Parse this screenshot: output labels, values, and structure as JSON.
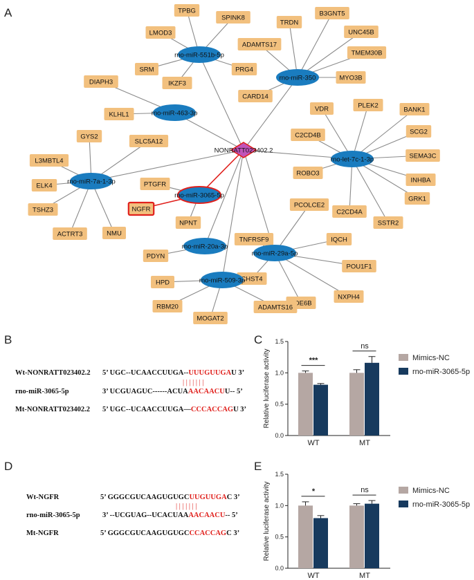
{
  "panels": {
    "a": "A",
    "b": "B",
    "c": "C",
    "d": "D",
    "e": "E"
  },
  "network": {
    "hub": "NONRATT023402.2",
    "mirnas": [
      {
        "id": "m551",
        "label": "rno-miR-551b-5p",
        "genes": [
          "TPBG",
          "SPINK8",
          "LMOD3",
          "PRG4",
          "IKZF3",
          "SRM"
        ]
      },
      {
        "id": "m350",
        "label": "rno-miR-350",
        "genes": [
          "TRDN",
          "B3GNT5",
          "UNC45B",
          "TMEM30B",
          "MYO3B",
          "ADAMTS17",
          "CARD14"
        ]
      },
      {
        "id": "m463",
        "label": "rno-miR-463-3p",
        "genes": [
          "DIAPH3",
          "KLHL1"
        ]
      },
      {
        "id": "m7a",
        "label": "rno-miR-7a-1-3p",
        "genes": [
          "GYS2",
          "SLC5A12",
          "L3MBTL4",
          "ELK4",
          "TSHZ3",
          "ACTRT3",
          "NMU"
        ]
      },
      {
        "id": "let7c",
        "label": "rno-let-7c-1-3p",
        "genes": [
          "VDR",
          "PLEK2",
          "BANK1",
          "C2CD4B",
          "SCG2",
          "SEMA3C",
          "ROBO3",
          "INHBA",
          "GRK1",
          "SSTR2",
          "C2CD4A"
        ]
      },
      {
        "id": "m3065",
        "label": "rno-miR-3065-5p",
        "genes": [
          "PTGFR",
          "NGFR",
          "NPNT"
        ]
      },
      {
        "id": "m20a",
        "label": "rno-miR-20a-3p",
        "genes": [
          "PDYN"
        ]
      },
      {
        "id": "m29a",
        "label": "rno-miR-29a-5p",
        "genes": [
          "PCOLCE2",
          "TNFRSF9",
          "IQCH",
          "POU1F1",
          "CHST4",
          "PDE6B",
          "NXPH4"
        ]
      },
      {
        "id": "m509",
        "label": "rno-miR-509-3p",
        "genes": [
          "HPD",
          "RBM20",
          "MOGAT2",
          "ADAMTS16"
        ]
      }
    ],
    "highlight": [
      "rno-miR-3065-5p",
      "NGFR"
    ],
    "colors": {
      "gene": "#f2c07e",
      "mirna": "#1a7cbf",
      "hub": "#c154b9",
      "highlight": "#e0201c"
    }
  },
  "seq_b": {
    "rows": [
      {
        "label": "Wt-NONRATT023402.2",
        "prefix": "5’ UGC--UCAACCUUGA--",
        "site": "UUUGUUGA",
        "suffix": "U  3’"
      },
      {
        "label": "rno-miR-3065-5p",
        "prefix": "3’ UCGUAGUC------ACUA",
        "site": "AACAACU",
        "suffix": "U--   5’"
      },
      {
        "label": "Mt-NONRATT023402.2",
        "prefix": "5’ UGC--UCAACCUUGA—",
        "site": "CCCACCAG",
        "suffix": "U  3’"
      }
    ],
    "pairing": "| | | | | | |"
  },
  "seq_d": {
    "rows": [
      {
        "label": "Wt-NGFR",
        "prefix": "5’ GGGCGUCAAGUGUGC",
        "site": "UUGUUGA",
        "suffix": "C  3’"
      },
      {
        "label": "rno-miR-3065-5p",
        "prefix": "3’ --UCGUAG--UCACUAA",
        "site": "AACAACU",
        "suffix": "--  5’"
      },
      {
        "label": "Mt-NGFR",
        "prefix": "5’ GGGCGUCAAGUGUGC",
        "site": "CCACCAG",
        "suffix": "C  3’"
      }
    ],
    "pairing": "| | | | | | |"
  },
  "chart_data": [
    {
      "type": "bar",
      "panel": "C",
      "categories": [
        "WT",
        "MT"
      ],
      "series": [
        {
          "name": "Mimics-NC",
          "values": [
            1.0,
            1.0
          ],
          "errors": [
            0.03,
            0.05
          ],
          "color": "#b5a7a3"
        },
        {
          "name": "rno-miR-3065-5p",
          "values": [
            0.81,
            1.16
          ],
          "errors": [
            0.02,
            0.1
          ],
          "color": "#173a5e"
        }
      ],
      "ylabel": "Relative luciferase activity",
      "ylim": [
        0,
        1.5
      ],
      "yticks": [
        "0.0",
        "0.5",
        "1.0",
        "1.5"
      ],
      "significance": [
        "***",
        "ns"
      ]
    },
    {
      "type": "bar",
      "panel": "E",
      "categories": [
        "WT",
        "MT"
      ],
      "series": [
        {
          "name": "Mimics-NC",
          "values": [
            1.0,
            1.0
          ],
          "errors": [
            0.06,
            0.03
          ],
          "color": "#b5a7a3"
        },
        {
          "name": "rno-miR-3065-5p",
          "values": [
            0.8,
            1.03
          ],
          "errors": [
            0.04,
            0.05
          ],
          "color": "#173a5e"
        }
      ],
      "ylabel": "Relative luciferase activity",
      "ylim": [
        0,
        1.5
      ],
      "yticks": [
        "0.0",
        "0.5",
        "1.0",
        "1.5"
      ],
      "significance": [
        "*",
        "ns"
      ]
    }
  ]
}
